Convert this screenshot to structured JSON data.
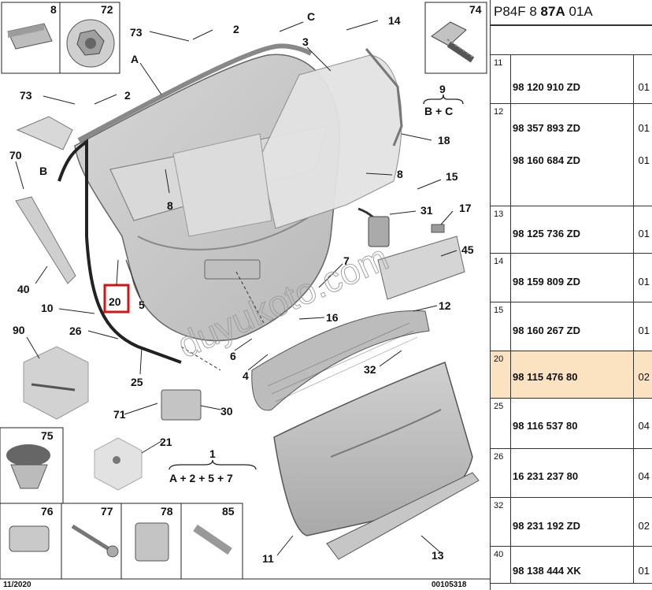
{
  "ref": {
    "prefix": "P84F 8 ",
    "bold": "87A",
    "suffix": " 01A"
  },
  "footer": {
    "date": "11/2020",
    "code": "00105318"
  },
  "watermark": "duyukoto.com",
  "colors": {
    "highlight_bg": "#fbe3c2",
    "highlight_box": "#d41414",
    "part_fill": "#c9c9c9"
  },
  "callouts": {
    "c8": "8",
    "c72": "72",
    "c74": "74",
    "c73a": "73",
    "c2a": "2",
    "cC": "C",
    "c14": "14",
    "cA": "A",
    "c3": "3",
    "c9": "9",
    "c9sub": "B + C",
    "c73b": "73",
    "c2b": "2",
    "cB": "B",
    "c18": "18",
    "c70": "70",
    "c8b": "8",
    "c8c": "8",
    "c15": "15",
    "c31": "31",
    "c17": "17",
    "c45": "45",
    "c40": "40",
    "c20": "20",
    "c5": "5",
    "c7": "7",
    "c10": "10",
    "c12": "12",
    "c16": "16",
    "c90": "90",
    "c26": "26",
    "c6": "6",
    "c4": "4",
    "c32": "32",
    "c25": "25",
    "c71": "71",
    "c30": "30",
    "c21": "21",
    "c1": "1",
    "c1sub": "A + 2 + 5 + 7",
    "c75": "75",
    "c76": "76",
    "c77": "77",
    "c78": "78",
    "c85": "85",
    "c11": "11",
    "c13": "13"
  },
  "parts": [
    {
      "index": "11",
      "entries": [
        {
          "pn": "98 120 910 ZD",
          "qty": "01"
        }
      ]
    },
    {
      "index": "12",
      "entries": [
        {
          "pn": "98 357 893 ZD",
          "qty": "01"
        },
        {
          "pn": "98 160 684 ZD",
          "qty": "01"
        }
      ]
    },
    {
      "index": "13",
      "entries": [
        {
          "pn": "98 125 736 ZD",
          "qty": "01"
        }
      ]
    },
    {
      "index": "14",
      "entries": [
        {
          "pn": "98 159 809 ZD",
          "qty": "01"
        }
      ]
    },
    {
      "index": "15",
      "entries": [
        {
          "pn": "98 160 267 ZD",
          "qty": "01"
        }
      ]
    },
    {
      "index": "20",
      "selected": true,
      "entries": [
        {
          "pn": "98 115 476 80",
          "qty": "02"
        }
      ]
    },
    {
      "index": "25",
      "entries": [
        {
          "pn": "98 116 537 80",
          "qty": "04"
        }
      ]
    },
    {
      "index": "26",
      "entries": [
        {
          "pn": "16 231 237 80",
          "qty": "04"
        }
      ]
    },
    {
      "index": "32",
      "entries": [
        {
          "pn": "98 231 192 ZD",
          "qty": "02"
        }
      ]
    },
    {
      "index": "40",
      "entries": [
        {
          "pn": "98 138 444 XK",
          "qty": "01"
        }
      ]
    }
  ]
}
